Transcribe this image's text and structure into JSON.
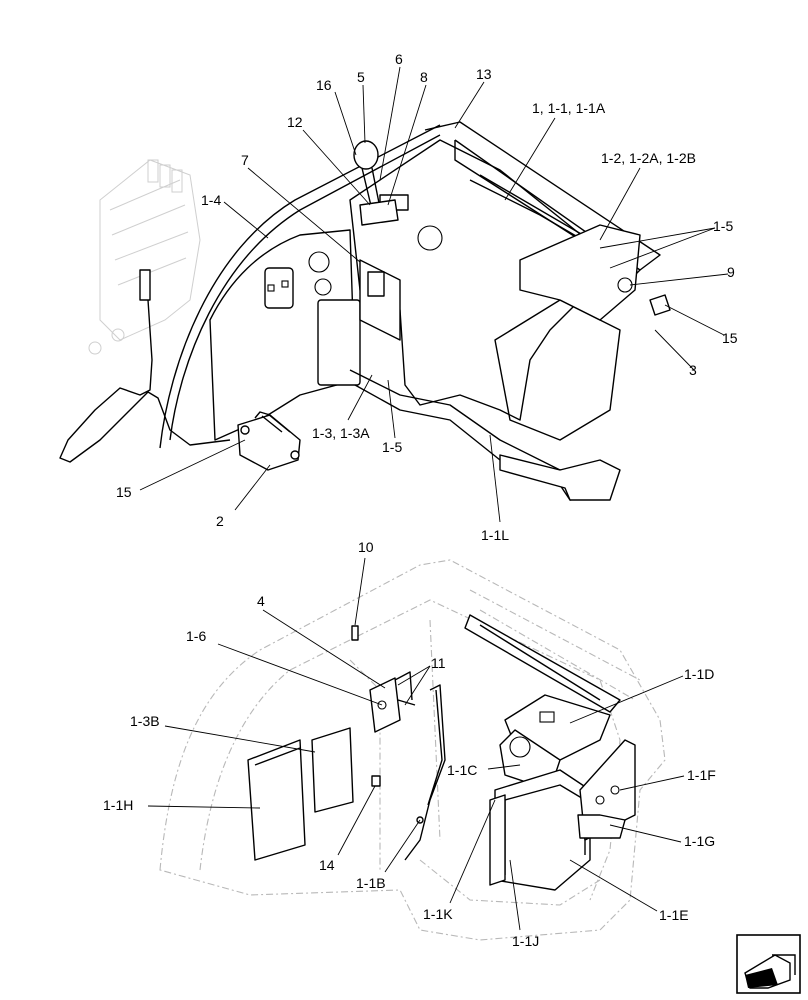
{
  "callouts": {
    "c1": "1, 1-1, 1-1A",
    "c2": "1-2, 1-2A, 1-2B",
    "c3": "1-5",
    "c4": "9",
    "c5": "15",
    "c6": "3",
    "c7": "13",
    "c8": "16",
    "c9": "5",
    "c10": "6",
    "c11": "8",
    "c12": "12",
    "c13": "7",
    "c14": "1-4",
    "c15": "1-3, 1-3A",
    "c16": "1-5",
    "c17": "15",
    "c18": "2",
    "c19": "1-1L",
    "c20": "10",
    "c21": "4",
    "c22": "1-6",
    "c23": "11",
    "c24": "1-3B",
    "c25": "1-1H",
    "c26": "14",
    "c27": "1-1B",
    "c28": "1-1C",
    "c29": "1-1D",
    "c30": "1-1F",
    "c31": "1-1G",
    "c32": "1-1K",
    "c33": "1-1J",
    "c34": "1-1E"
  },
  "icons": {
    "nav": "next-page-arrow-icon"
  }
}
